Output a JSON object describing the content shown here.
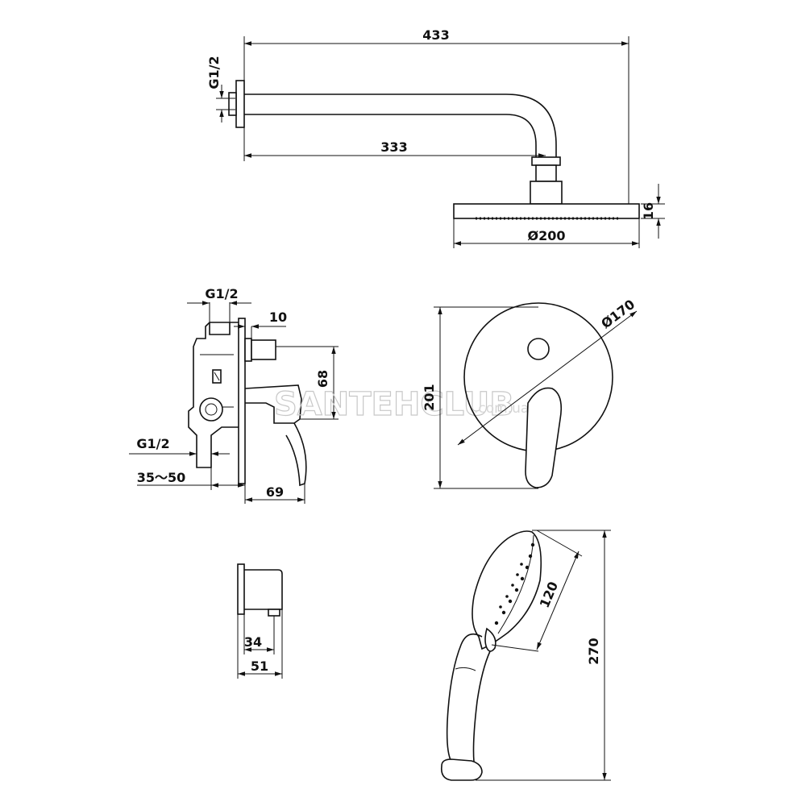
{
  "dimensions": {
    "shower_arm": {
      "thread": "G1/2",
      "total_length": "433",
      "arm_length": "333",
      "head_thickness": "16",
      "head_diameter": "Ø200"
    },
    "mixer_side": {
      "thread_top": "G1/2",
      "outlet_length": "10",
      "height_68": "68",
      "thread_bottom": "G1/2",
      "depth_range": "35～50",
      "projection": "69"
    },
    "mixer_front": {
      "plate_diameter": "Ø170",
      "height": "201"
    },
    "wall_outlet": {
      "depth_34": "34",
      "depth_51": "51"
    },
    "hand_shower": {
      "head_width": "120",
      "length": "270"
    }
  },
  "watermark": {
    "brand": "SANTEHCLUB",
    "domain": ".com.ua"
  }
}
